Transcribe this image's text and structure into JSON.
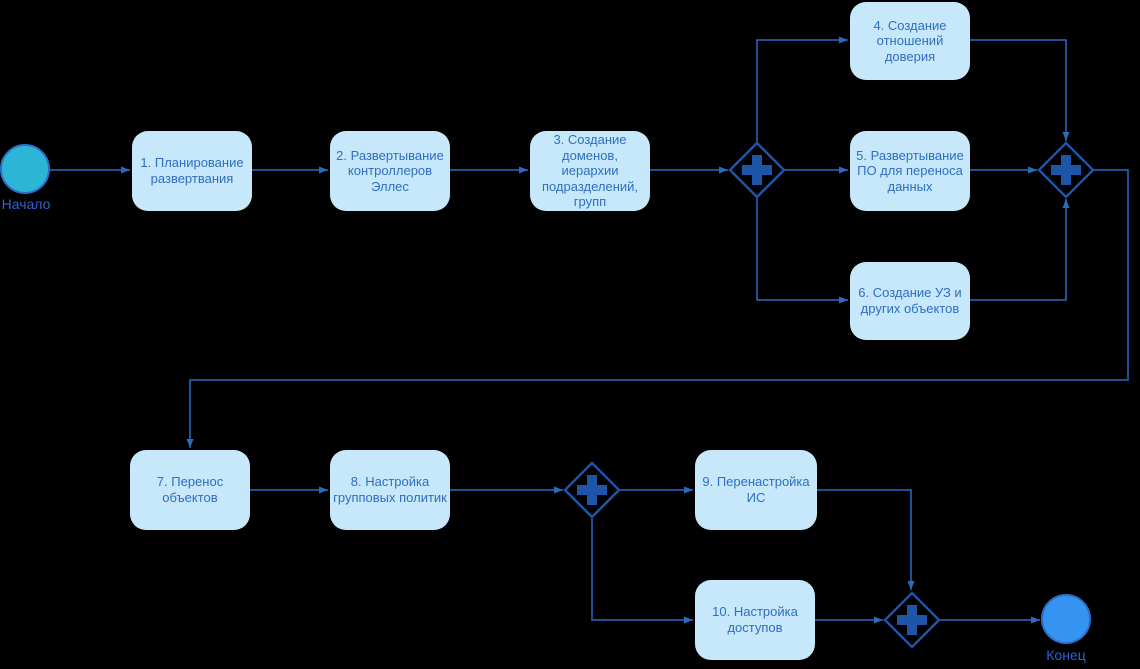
{
  "diagram": {
    "title": "BPMN deployment process flow",
    "start_label": "Начало",
    "end_label": "Конец",
    "tasks": {
      "t1": "1. Планирование развертвания",
      "t2": "2. Развертывание контроллеров Эллес",
      "t3": "3. Создание доменов, иерархии подразделений, групп",
      "t4": "4. Создание отношений доверия",
      "t5": "5. Развертывание ПО для переноса данных",
      "t6": "6. Создание УЗ и других объектов",
      "t7": "7. Перенос объектов",
      "t8": "8. Настройка групповых политик",
      "t9": "9. Перенастройка ИС",
      "t10": "10. Настройка доступов"
    },
    "gateways": {
      "type": "parallel-plus",
      "count": 4
    },
    "colors": {
      "background": "#000000",
      "task_fill": "#c6e8fa",
      "task_text": "#2f6ec2",
      "connector": "#2a6bc2",
      "gateway": "#1e55a8",
      "start_fill": "#2cb5d6",
      "end_fill": "#3494f0",
      "event_stroke": "#2d6fc8",
      "label_text": "#2d63d2"
    }
  }
}
